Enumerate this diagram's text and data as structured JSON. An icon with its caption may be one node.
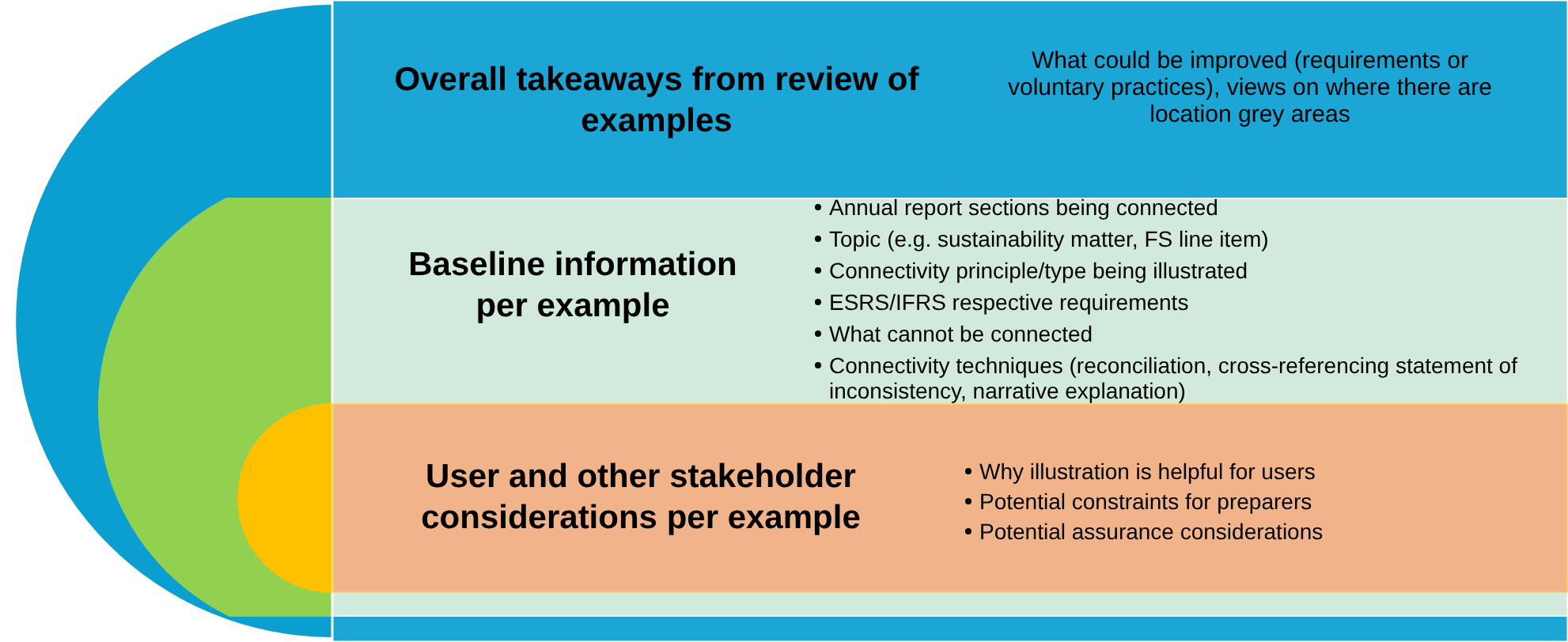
{
  "diagram": {
    "nodes": [
      {
        "text": [
          "Overall takeaways from review of examples",
          "What could be improved (requirements or voluntary practices), views on where there are location grey areas"
        ]
      },
      {
        "text": [
          "Baseline information per example",
          "Annual report sections being connected",
          "Topic (e.g. sustainability matter, FS line item)",
          "Connectivity principle/type being illustrated",
          "ESRS/IFRS respective requirements",
          "What cannot be connected",
          "Connectivity techniques (reconciliation, cross-referencing statement of inconsistency, narrative explanation)"
        ],
        "in": 0
      },
      {
        "text": [
          "User and other stakeholder considerations per example",
          "Why illustration is helpful for users",
          "Potential constraints for preparers",
          "Potential assurance considerations"
        ],
        "in": 1
      }
    ]
  }
}
